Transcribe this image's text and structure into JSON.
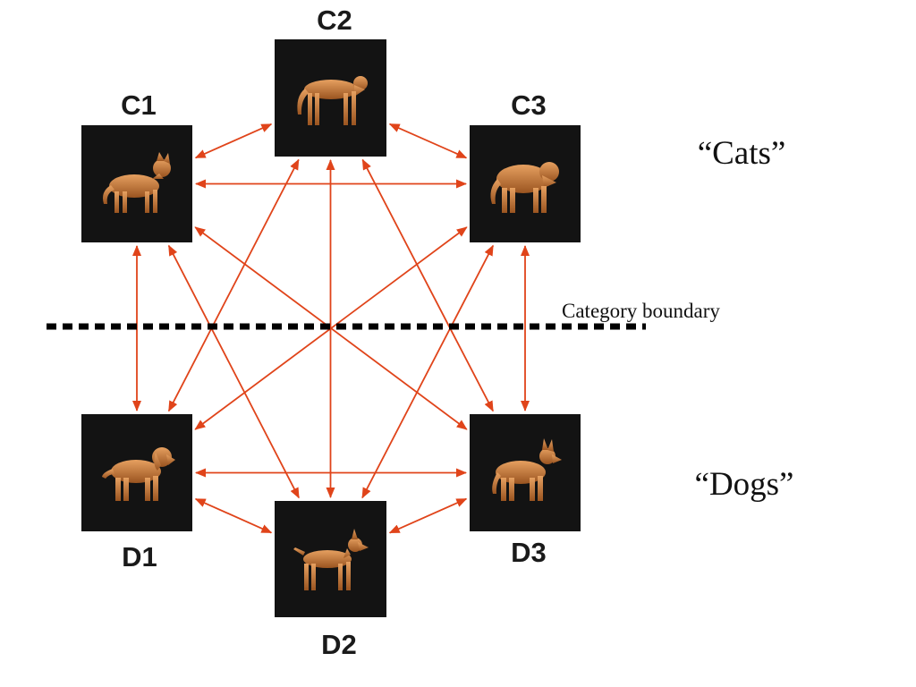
{
  "nodes": [
    {
      "id": "C1",
      "label": "C1",
      "animal": "cat",
      "icon": "cat-icon"
    },
    {
      "id": "C2",
      "label": "C2",
      "animal": "cheetah",
      "icon": "cheetah-icon"
    },
    {
      "id": "C3",
      "label": "C3",
      "animal": "tiger",
      "icon": "tiger-icon"
    },
    {
      "id": "D1",
      "label": "D1",
      "animal": "retriever",
      "icon": "retriever-dog-icon"
    },
    {
      "id": "D2",
      "label": "D2",
      "animal": "doberman",
      "icon": "doberman-dog-icon"
    },
    {
      "id": "D3",
      "label": "D3",
      "animal": "shepherd",
      "icon": "shepherd-dog-icon"
    }
  ],
  "edges": [
    [
      "C1",
      "C2"
    ],
    [
      "C2",
      "C3"
    ],
    [
      "C1",
      "C3"
    ],
    [
      "D1",
      "D2"
    ],
    [
      "D2",
      "D3"
    ],
    [
      "D1",
      "D3"
    ],
    [
      "C1",
      "D1"
    ],
    [
      "C3",
      "D3"
    ],
    [
      "C1",
      "D2"
    ],
    [
      "C1",
      "D3"
    ],
    [
      "C2",
      "D1"
    ],
    [
      "C2",
      "D2"
    ],
    [
      "C2",
      "D3"
    ],
    [
      "C3",
      "D1"
    ],
    [
      "C3",
      "D2"
    ]
  ],
  "groups": {
    "cats_label": "“Cats”",
    "dogs_label": "“Dogs”"
  },
  "boundary": {
    "label": "Category boundary"
  },
  "colors": {
    "arrow": "#e0441a",
    "tile": "#131313",
    "animal": "#c8782f",
    "text": "#1a1a1a"
  }
}
